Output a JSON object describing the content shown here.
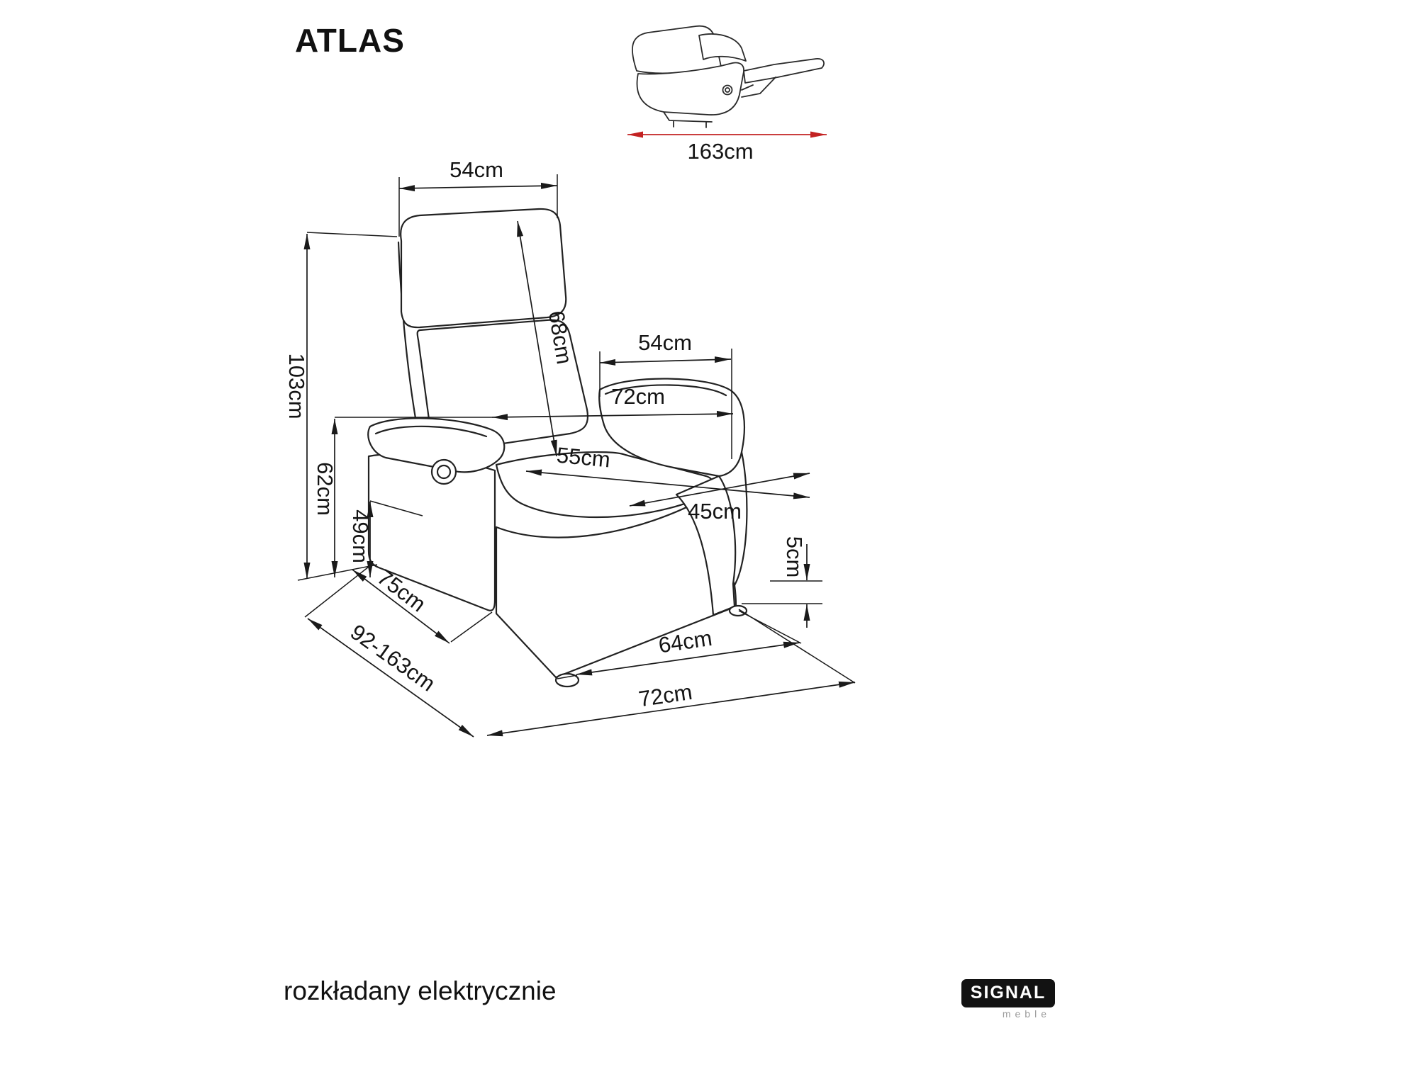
{
  "title": "ATLAS",
  "inset": {
    "extended_length": "163cm"
  },
  "labels": {
    "top_width": "54cm",
    "backrest_height": "68cm",
    "armrest_length": "54cm",
    "inner_width": "72cm",
    "total_height": "103cm",
    "armrest_height": "62cm",
    "seat_width": "55cm",
    "seat_height": "49cm",
    "seat_depth": "45cm",
    "clearance": "5cm",
    "side_depth": "75cm",
    "depth_range": "92-163cm",
    "base_width": "64cm",
    "front_width": "72cm"
  },
  "footer": {
    "note": "rozkładany elektrycznie"
  },
  "brand": {
    "name": "SIGNAL",
    "sub": "meble"
  },
  "colors": {
    "line": "#1a1a1a",
    "accent_red": "#c32222"
  }
}
